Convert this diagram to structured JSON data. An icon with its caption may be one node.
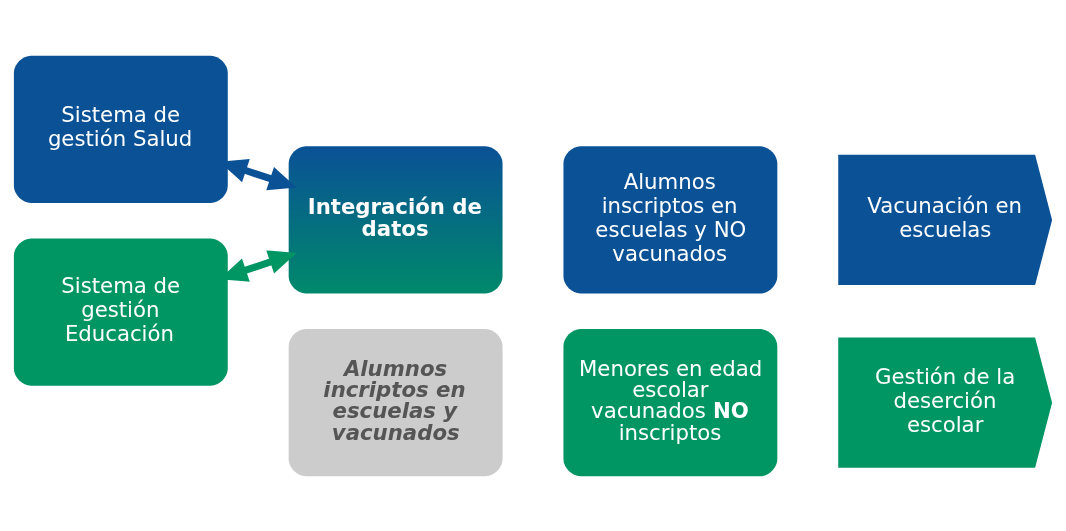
{
  "diagram": {
    "nodes": [
      {
        "text": [
          "Sistema de gestión Salud"
        ]
      },
      {
        "text": [
          "Sistema de gestión Educación"
        ]
      },
      {
        "text": [
          "Integración de datos"
        ]
      },
      {
        "text": [
          "Alumnos inscriptos en escuelas y NO vacunados"
        ]
      },
      {
        "text": [
          "Vacunación en escuelas"
        ]
      },
      {
        "text": [
          "Menores en edad escolar vacunados **NO** inscriptos"
        ]
      },
      {
        "text": [
          "Gestión de la deserción escolar"
        ]
      },
      {
        "text": [
          "Alumnos incriptos en escuelas y vacunados"
        ]
      }
    ],
    "edges": [
      {
        "from": 0,
        "to": 2,
        "arrow": "both",
        "color": "#0a5196"
      },
      {
        "from": 1,
        "to": 2,
        "arrow": "both",
        "color": "#009664"
      }
    ]
  }
}
